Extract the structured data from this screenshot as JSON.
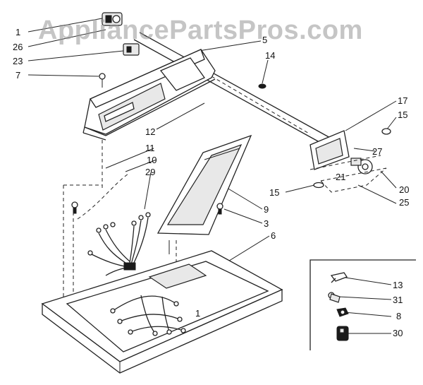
{
  "watermark": "AppliancePartsPros.com",
  "callouts": {
    "c1": "1",
    "c26": "26",
    "c23": "23",
    "c7": "7",
    "c5": "5",
    "c14": "14",
    "c17": "17",
    "c15a": "15",
    "c12": "12",
    "c11": "11",
    "c10": "10",
    "c29": "29",
    "c27": "27",
    "c21": "21",
    "c20": "20",
    "c25": "25",
    "c15b": "15",
    "c9": "9",
    "c3": "3",
    "c6": "6",
    "c13": "13",
    "c31": "31",
    "c8": "8",
    "c30": "30",
    "c1b": "1"
  }
}
